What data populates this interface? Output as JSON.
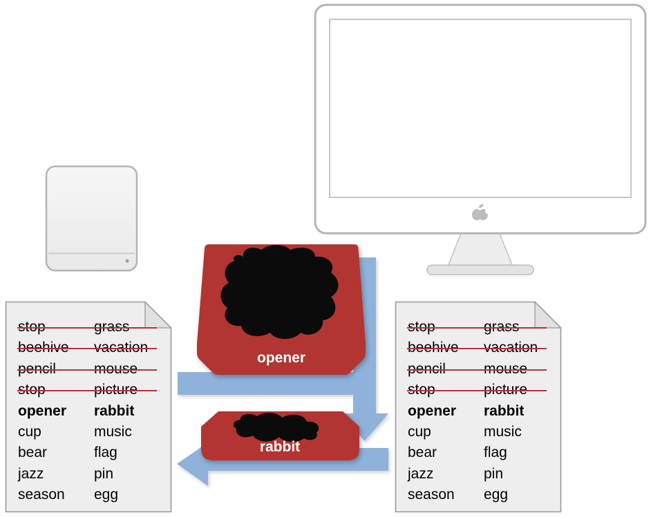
{
  "challenge": {
    "word": "opener"
  },
  "response": {
    "word": "rabbit"
  },
  "documents": {
    "word_columns": {
      "col1": [
        {
          "text": "stop",
          "struck": true
        },
        {
          "text": "beehive",
          "struck": true
        },
        {
          "text": "pencil",
          "struck": true
        },
        {
          "text": "stop",
          "struck": true
        },
        {
          "text": "opener",
          "bold": true
        },
        {
          "text": "cup"
        },
        {
          "text": "bear"
        },
        {
          "text": "jazz"
        },
        {
          "text": "season"
        }
      ],
      "col2": [
        {
          "text": "grass",
          "struck": true
        },
        {
          "text": "vacation",
          "struck": true
        },
        {
          "text": "mouse",
          "struck": true
        },
        {
          "text": "picture",
          "struck": true
        },
        {
          "text": "rabbit",
          "bold": true
        },
        {
          "text": "music"
        },
        {
          "text": "flag"
        },
        {
          "text": "pin"
        },
        {
          "text": "egg"
        }
      ]
    }
  },
  "colors": {
    "banner_red": "#b23531",
    "arrow_blue": "#8fb2da",
    "strike_red": "#b23531",
    "ink_black": "#0b0b0b",
    "doc_fill": "#eeeeef",
    "doc_border": "#98989a",
    "device_border": "#b4b4b4"
  },
  "icons": {
    "apple_logo": "apple-logo-icon",
    "challenge_blob": "ink-splat",
    "response_blob": "ink-scribble"
  }
}
